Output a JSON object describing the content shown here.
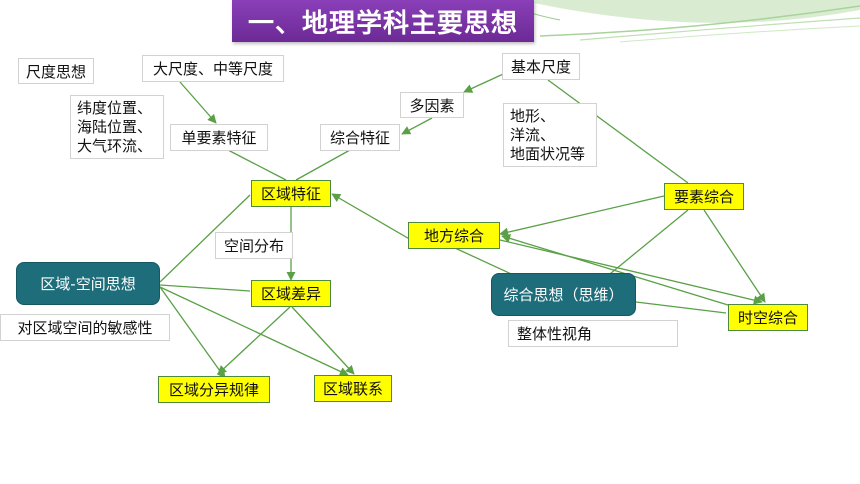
{
  "title": "一、地理学科主要思想",
  "colors": {
    "title_bg": "#7b35a8",
    "highlight": "#ffff00",
    "teal": "#1d6d7a",
    "line": "#5aa046"
  },
  "nodes": {
    "scale_thinking": "尺度思想",
    "large_medium_scale": "大尺度、中等尺度",
    "basic_scale": "基本尺度",
    "location_list": [
      "纬度位置、",
      "海陆位置、",
      "大气环流、"
    ],
    "multi_factor": "多因素",
    "terrain_list": [
      "地形、",
      "洋流、",
      "地面状况等"
    ],
    "single_feature": "单要素特征",
    "integrated_feature": "综合特征",
    "regional_feature": "区域特征",
    "element_integration": "要素综合",
    "spatial_distribution": "空间分布",
    "place_integration": "地方综合",
    "region_space_thinking": "区域-空间思想",
    "regional_difference": "区域差异",
    "integrated_thinking": "综合思想（思维）",
    "spacetime_integration": "时空综合",
    "sensitivity": "对区域空间的敏感性",
    "holistic_view": "整体性视角",
    "regional_diff_law": "区域分异规律",
    "regional_connection": "区域联系"
  }
}
